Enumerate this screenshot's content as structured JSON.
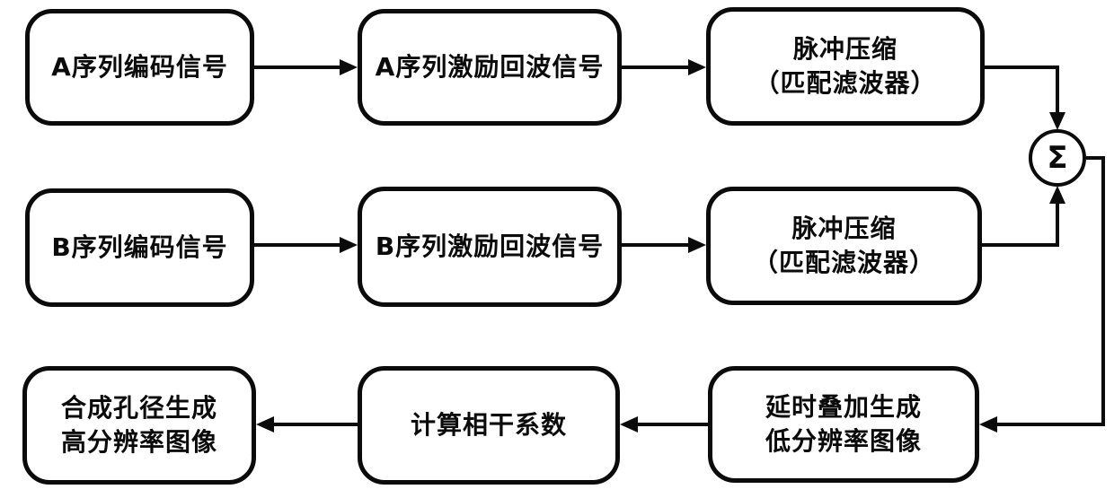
{
  "diagram": {
    "type": "flowchart",
    "colors": {
      "line": "#0b0b0b",
      "background": "#ffffff"
    },
    "nodes": {
      "a_coded": {
        "label": "A序列编码信号"
      },
      "a_echo": {
        "label": "A序列激励回波信号"
      },
      "pulse_a": {
        "line1": "脉冲压缩",
        "line2": "（匹配滤波器）"
      },
      "b_coded": {
        "label": "B序列编码信号"
      },
      "b_echo": {
        "label": "B序列激励回波信号"
      },
      "pulse_b": {
        "line1": "脉冲压缩",
        "line2": "（匹配滤波器）"
      },
      "delay_sum": {
        "line1": "延时叠加生成",
        "line2": "低分辨率图像"
      },
      "coherence": {
        "label": "计算相干系数"
      },
      "synthetic": {
        "line1": "合成孔径生成",
        "line2": "高分辨率图像"
      },
      "summer": {
        "symbol": "Σ"
      }
    },
    "edges": [
      {
        "from": "a_coded",
        "to": "a_echo"
      },
      {
        "from": "a_echo",
        "to": "pulse_a"
      },
      {
        "from": "pulse_a",
        "to": "summer"
      },
      {
        "from": "b_coded",
        "to": "b_echo"
      },
      {
        "from": "b_echo",
        "to": "pulse_b"
      },
      {
        "from": "pulse_b",
        "to": "summer"
      },
      {
        "from": "summer",
        "to": "delay_sum"
      },
      {
        "from": "delay_sum",
        "to": "coherence"
      },
      {
        "from": "coherence",
        "to": "synthetic"
      }
    ]
  }
}
